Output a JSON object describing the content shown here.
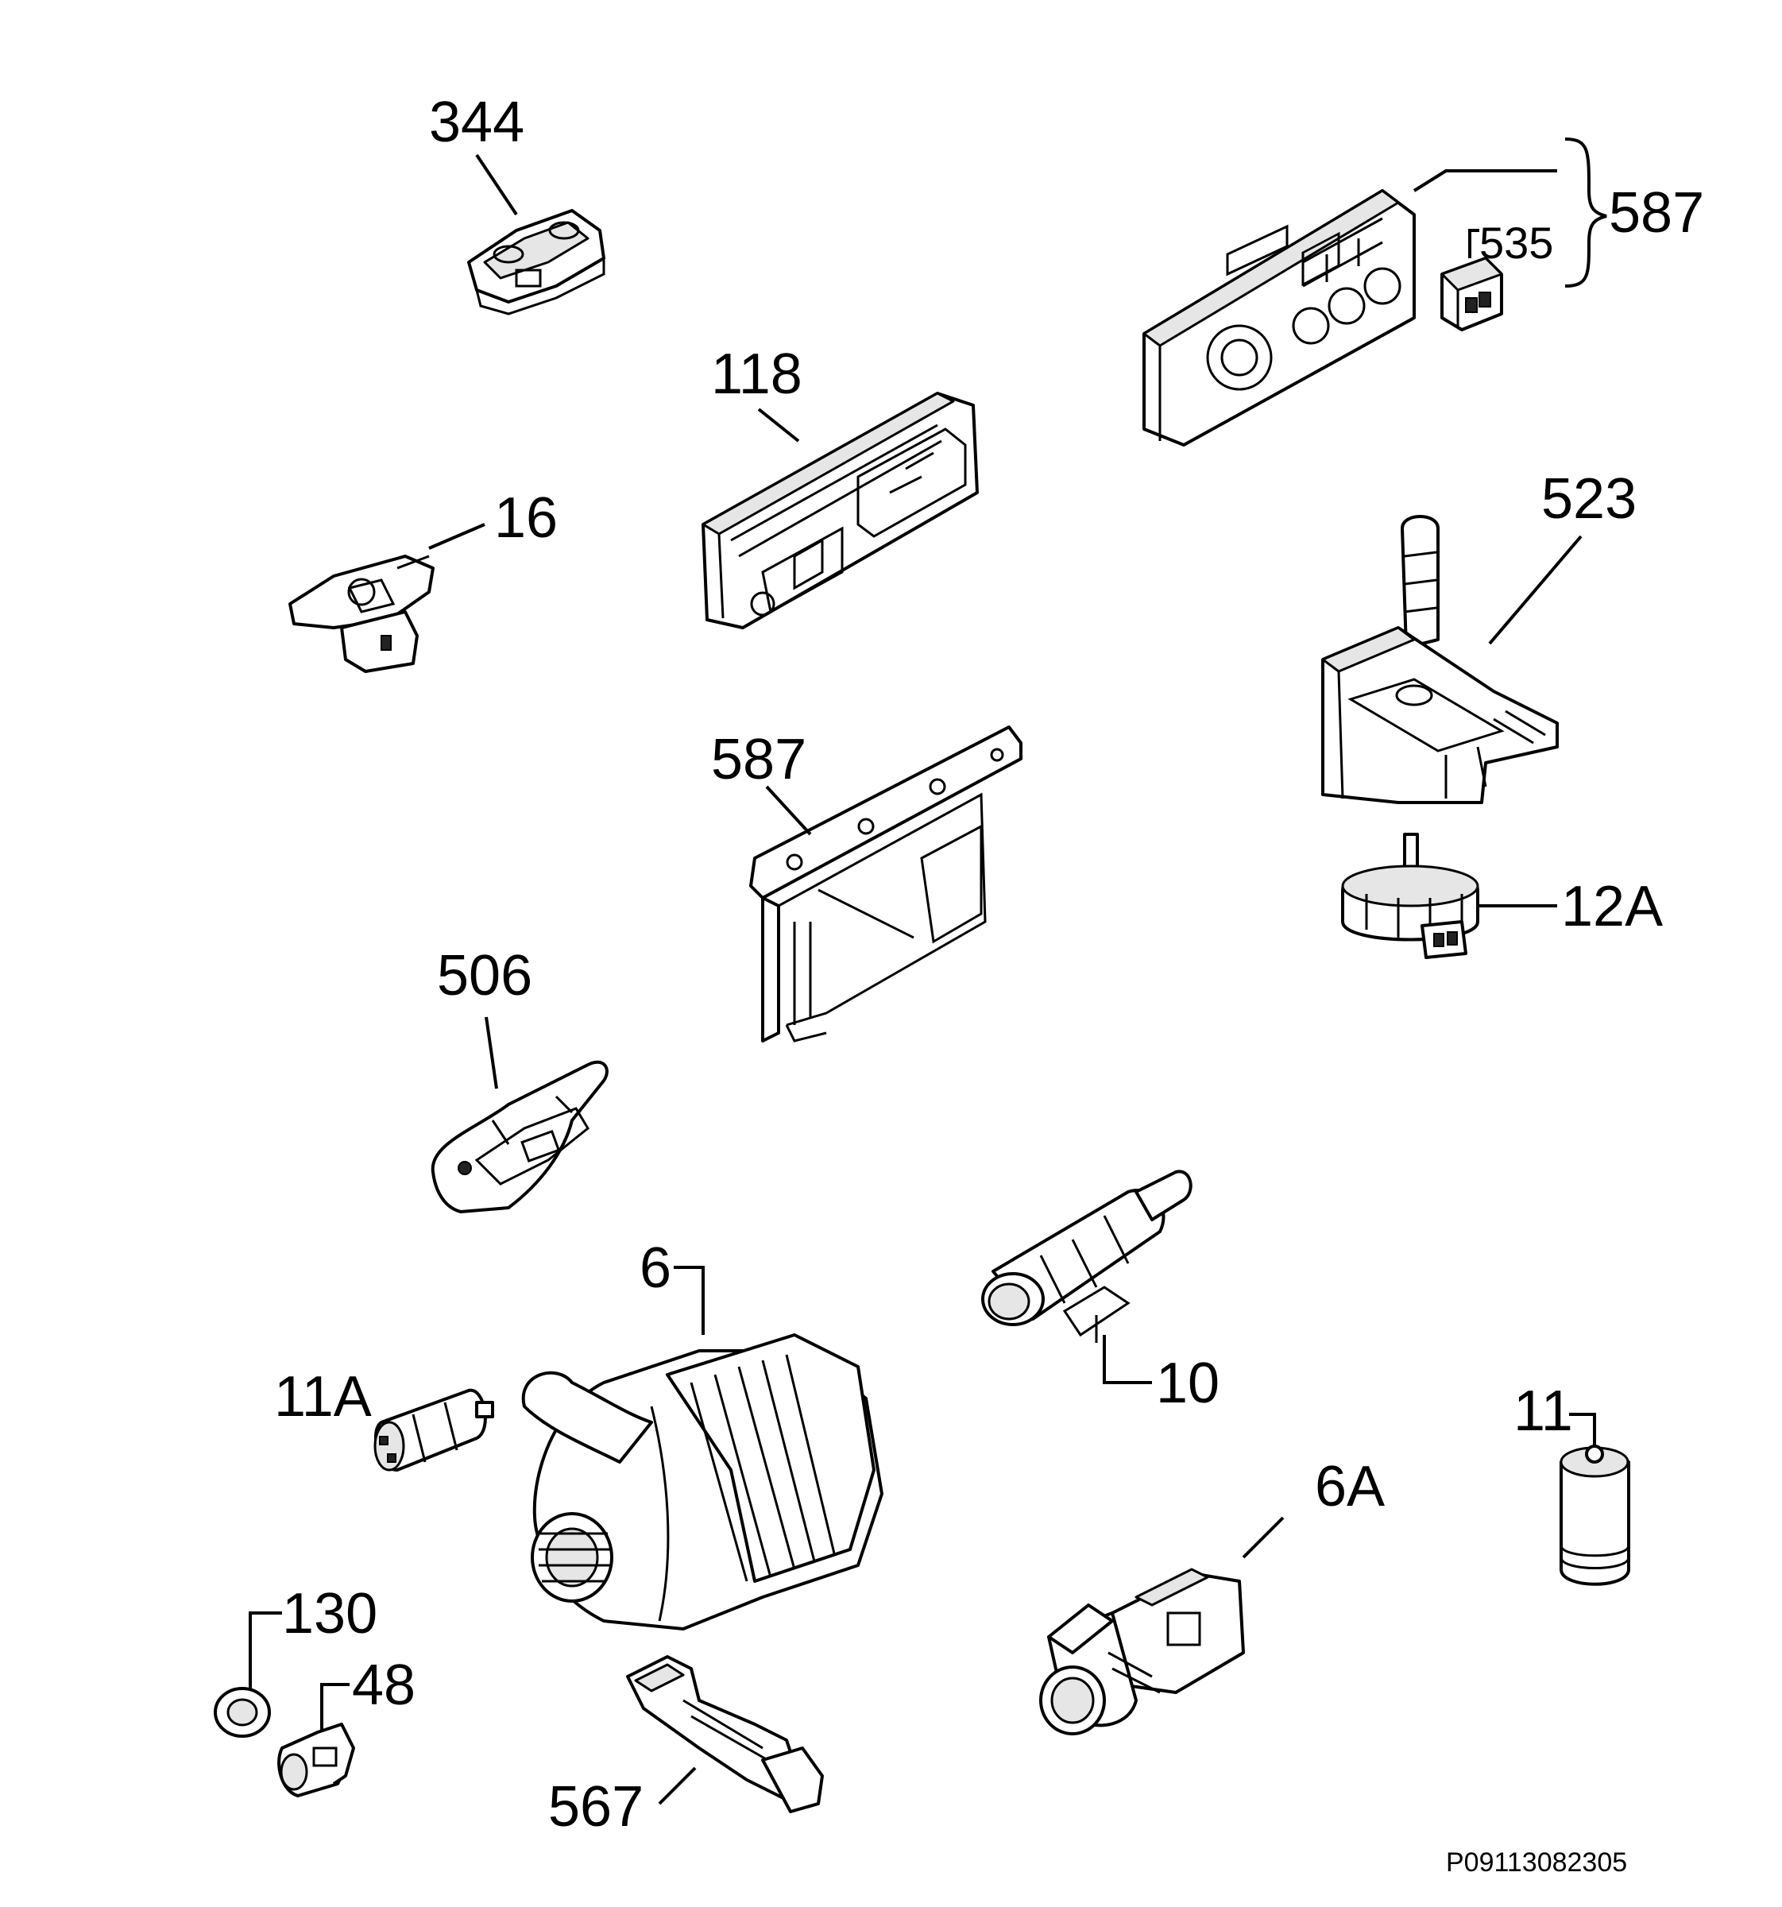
{
  "labels": {
    "l344": "344",
    "l587a": "587",
    "l535": "535",
    "l118": "118",
    "l16": "16",
    "l523": "523",
    "l587b": "587",
    "l12a": "12A",
    "l506": "506",
    "l6": "6",
    "l10": "10",
    "l11a": "11A",
    "l11": "11",
    "l6a": "6A",
    "l130": "130",
    "l48": "48",
    "l567": "567"
  },
  "footer": {
    "drawing_code": "P09113082305"
  }
}
